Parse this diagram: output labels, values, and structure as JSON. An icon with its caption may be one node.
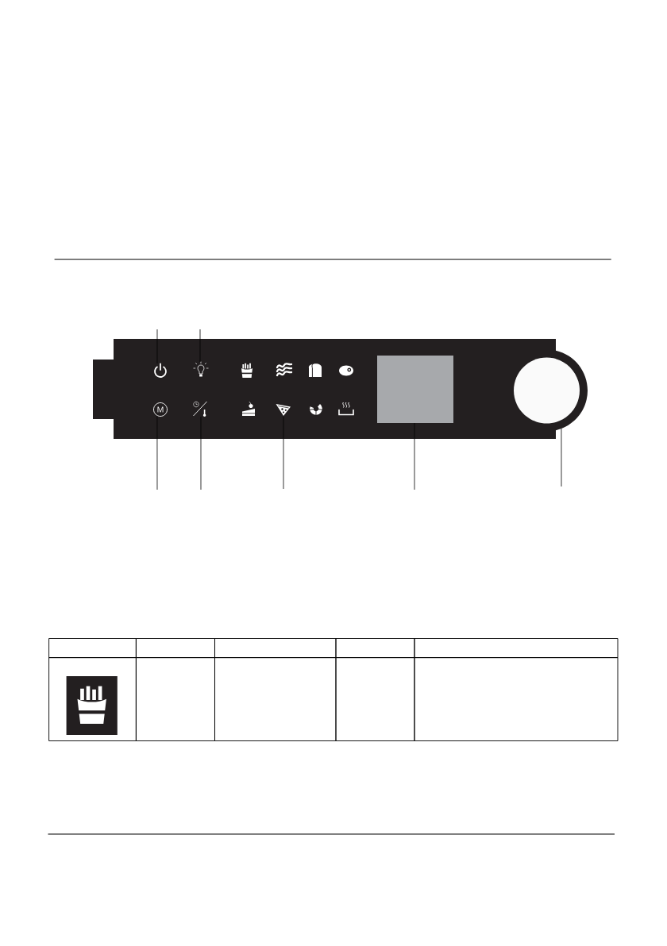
{
  "diagram": {
    "nodes": [
      {
        "text": [],
        "shape": "box"
      },
      {
        "text": [],
        "shape": "picture",
        "in": 0
      },
      {
        "text": [],
        "shape": "picture",
        "in": 0
      },
      {
        "text": [],
        "shape": "picture",
        "in": 0
      },
      {
        "text": [],
        "shape": "picture",
        "in": 0
      },
      {
        "text": [],
        "shape": "picture",
        "in": 0
      },
      {
        "text": [],
        "shape": "picture",
        "in": 0
      },
      {
        "text": [
          "M"
        ],
        "in": 0
      },
      {
        "text": [],
        "shape": "picture",
        "in": 0
      },
      {
        "text": [],
        "shape": "picture",
        "in": 0
      },
      {
        "text": [],
        "shape": "picture",
        "in": 0
      },
      {
        "text": [],
        "shape": "picture",
        "in": 0
      },
      {
        "text": [],
        "shape": "picture",
        "in": 0
      },
      {
        "text": [],
        "shape": "box",
        "in": 0
      },
      {
        "text": [],
        "shape": "circle"
      }
    ],
    "edges": [
      {
        "from": null,
        "to": 1,
        "arrow": "none"
      },
      {
        "from": null,
        "to": 2,
        "arrow": "none"
      },
      {
        "from": null,
        "to": 7,
        "arrow": "none"
      },
      {
        "from": null,
        "to": 8,
        "arrow": "none"
      },
      {
        "from": null,
        "to": 10,
        "arrow": "none"
      },
      {
        "from": null,
        "to": 13,
        "arrow": "none"
      },
      {
        "from": null,
        "to": 14,
        "arrow": "none"
      }
    ]
  }
}
